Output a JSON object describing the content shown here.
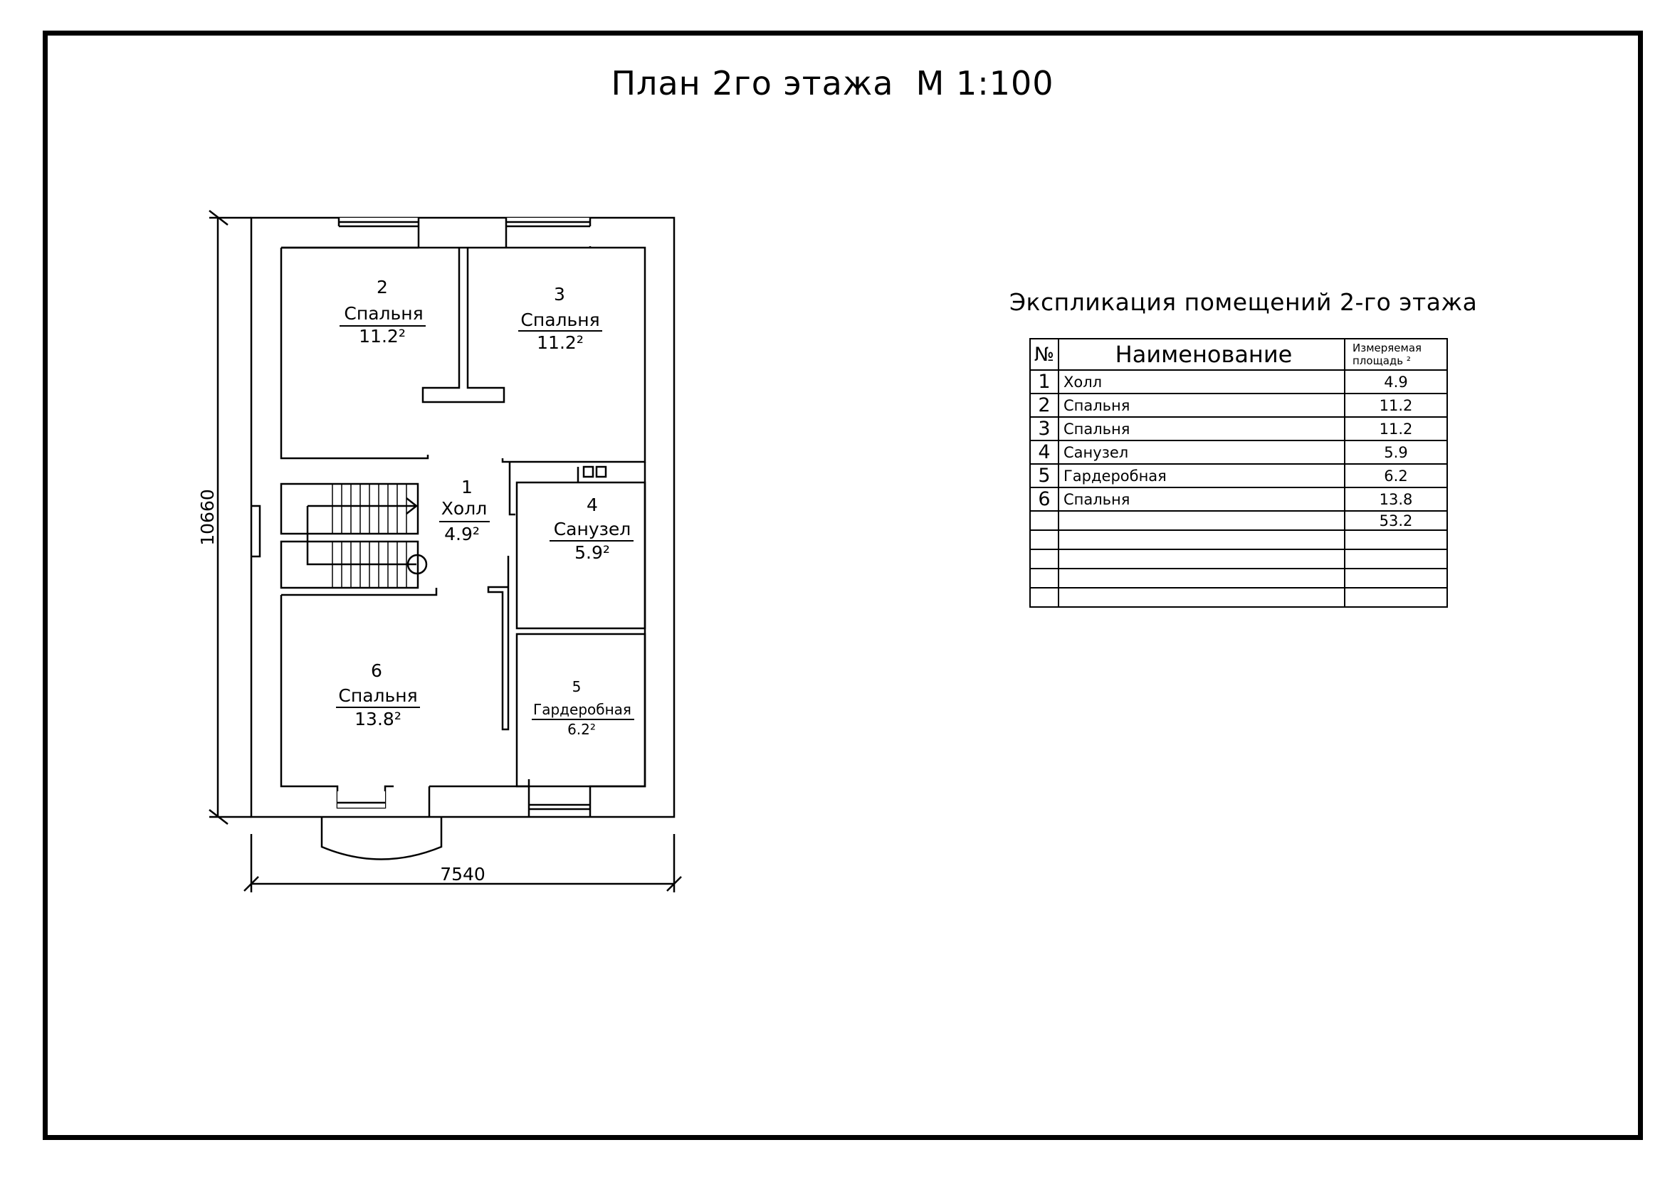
{
  "title": "План 2го этажа  М 1:100",
  "dimensions": {
    "height": "10660",
    "width": "7540"
  },
  "rooms": [
    {
      "num": "1",
      "name": "Холл",
      "area": "4.9²"
    },
    {
      "num": "2",
      "name": "Спальня",
      "area": "11.2²"
    },
    {
      "num": "3",
      "name": "Спальня",
      "area": "11.2²"
    },
    {
      "num": "4",
      "name": "Санузел",
      "area": "5.9²"
    },
    {
      "num": "5",
      "name": "Гардеробная",
      "area": "6.2²"
    },
    {
      "num": "6",
      "name": "Спальня",
      "area": "13.8²"
    }
  ],
  "explication": {
    "title": "Экспликация помещений 2-го этажа",
    "headers": {
      "num": "№",
      "name": "Наименование",
      "area_line1": "Измеряемая",
      "area_line2": "площадь ²"
    },
    "rows": [
      {
        "num": "1",
        "name": "Холл",
        "area": "4.9"
      },
      {
        "num": "2",
        "name": "Спальня",
        "area": "11.2"
      },
      {
        "num": "3",
        "name": "Спальня",
        "area": "11.2"
      },
      {
        "num": "4",
        "name": "Санузел",
        "area": "5.9"
      },
      {
        "num": "5",
        "name": "Гардеробная",
        "area": "6.2"
      },
      {
        "num": "6",
        "name": "Спальня",
        "area": "13.8"
      }
    ],
    "total": "53.2"
  }
}
